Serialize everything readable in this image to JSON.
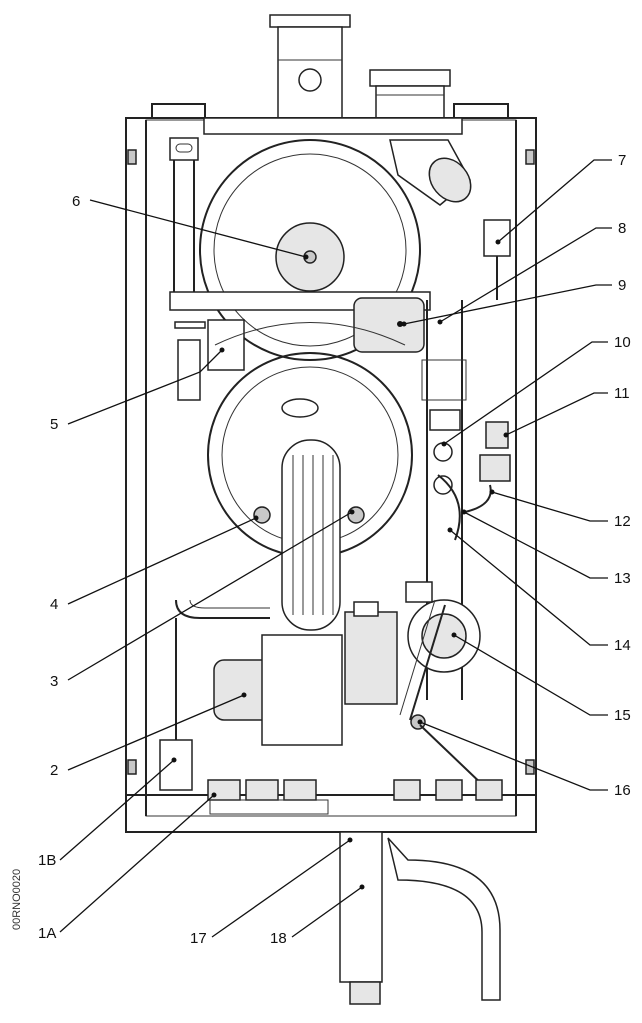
{
  "document_code": "00RNO0020",
  "labels": {
    "l1A": "1A",
    "l1B": "1B",
    "l2": "2",
    "l3": "3",
    "l4": "4",
    "l5": "5",
    "l6": "6",
    "l7": "7",
    "l8": "8",
    "l9": "9",
    "l10": "10",
    "l11": "11",
    "l12": "12",
    "l13": "13",
    "l14": "14",
    "l15": "15",
    "l16": "16",
    "l17": "17",
    "l18": "18"
  }
}
